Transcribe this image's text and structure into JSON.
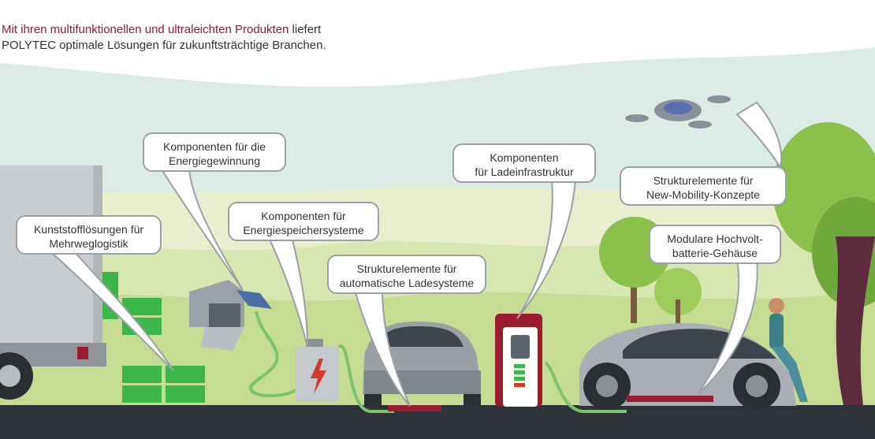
{
  "headline": {
    "highlight": "Mit ihren multifunktionellen und ultraleichten Produkten",
    "rest_line1": " liefert",
    "line2": "POLYTEC optimale Lösungen für zukunftsträchtige Branchen."
  },
  "callouts": {
    "logistics": "Kunststofflösungen für\nMehrweglogistik",
    "energy_generation": "Komponenten für die\nEnergiegewinnung",
    "energy_storage": "Komponenten für\nEnergiespeichersysteme",
    "auto_charging": "Strukturelemente für\nautomatische Ladesysteme",
    "charging_infra": "Komponenten\nfür Ladeinfrastruktur",
    "new_mobility": "Strukturelemente für\nNew-Mobility-Konzepte",
    "battery_housing": "Modulare Hochvolt-\nbatterie-Gehäuse"
  },
  "colors": {
    "accent": "#9b1b30",
    "crate_green": "#3cb54a",
    "cable_green": "#7cc36b",
    "road": "#2d3339",
    "hill_light": "#e4ecc8",
    "hill_mid": "#cfe0a8",
    "sky": "#dbece7",
    "tree_green": "#8cc04c"
  }
}
